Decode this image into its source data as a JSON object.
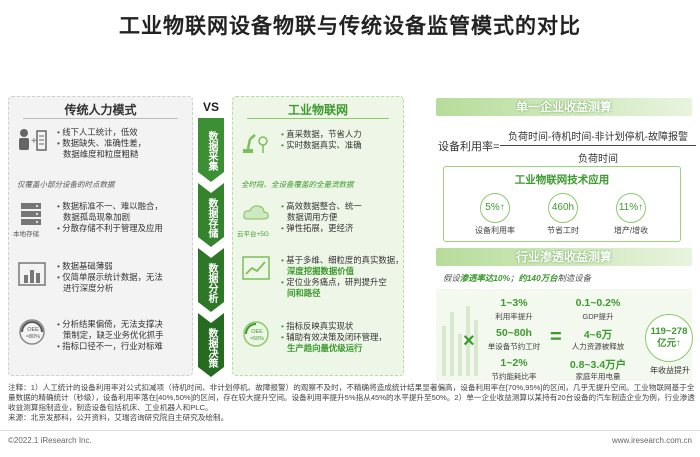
{
  "title": "工业物联网设备物联与传统设备监管模式的对比",
  "vs_label": "VS",
  "left": {
    "heading": "传统人力模式",
    "row1": [
      "线下人工统计，低效",
      "数据缺失、准确性差，",
      "数据维度和粒度粗糙"
    ],
    "row1_bold": [
      "人工",
      "缺失、准确性差"
    ],
    "sep": "仅覆盖小部分设备的时点数据",
    "row2": [
      "数据标准不一、难以融合，",
      "数据孤岛现象加剧",
      "分散存储不利于管理及应用"
    ],
    "row2_icon_label": "本地存储",
    "row3": [
      "数据基础薄弱",
      "仅简单展示统计数据，无法",
      "进行深度分析"
    ],
    "row4": [
      "分析结果偏倚，无法支撑决",
      "策制定，缺乏业务优化抓手",
      "指标口径不一，行业对标难"
    ],
    "gauge_label": "OEE ≈80%"
  },
  "arrows": [
    "数据采集",
    "数据存储",
    "数据分析",
    "数据决策"
  ],
  "mid": {
    "heading": "工业物联网",
    "row1": [
      "直采数据，节省人力",
      "实时数据真实、准确"
    ],
    "sep": "全时段、全设备覆盖的全量流数据",
    "row2": [
      "高效数据整合、统一",
      "数据调用方便",
      "弹性拓展，更经济"
    ],
    "row2_icon_label": "云平台+5G",
    "row3": [
      "基于多维、细粒度的真实数据，",
      "深度挖掘数据价值",
      "定位业务痛点，研判提升空",
      "间和路径"
    ],
    "row4": [
      "指标反映真实现状",
      "辅助有效决策及闭环管理，",
      "生产趋向最优级运行"
    ],
    "gauge_label": "OEE ≈50%"
  },
  "right": {
    "bar1": "单一企业收益测算",
    "formula_left": "设备利用率=",
    "formula_num": "负荷时间-待机时间-非计划停机-故障报警",
    "formula_den": "负荷时间",
    "tech_title": "工业物联网技术应用",
    "tech": [
      {
        "value": "5%↑",
        "label": "设备利用率"
      },
      {
        "value": "460h",
        "label": "节省工时"
      },
      {
        "value": "11%↑",
        "label": "增产/增收"
      }
    ],
    "bar2": "行业渗透收益测算",
    "assume_prefix": "假设",
    "assume_bold1": "渗透率达10%",
    "assume_mid": "；",
    "assume_bold2": "约140万台",
    "assume_suffix": "制造设备",
    "stats": [
      {
        "value": "1~3%",
        "label": "利用率提升"
      },
      {
        "value": "50~80h",
        "label": "单设备节约工时"
      },
      {
        "value": "1~2%",
        "label": "节约能耗比率"
      },
      {
        "value": "0.1~0.2%",
        "label": "GDP提升"
      },
      {
        "value": "4~6万",
        "label": "人力资源被释放"
      },
      {
        "value": "0.8~3.4万户",
        "label": "家庭年用电量"
      }
    ],
    "times": "×",
    "equals": "=",
    "result_value": "119~278亿元↑",
    "result_label": "年收益提升"
  },
  "note": "注释：1）人工统计的设备利用率对公式扣减项（待机时间、非计划停机、故障报警）的观察不及时，不精确将造成统计结果显著偏高，设备利用率在[70%,95%]的区间，几乎无提升空间。工业物联网基于全量数据的精确统计（秒级），设备利用率落在[40%,50%]的区间，存在较大提升空间。设备利用率提升5%指从45%的水平提升至50%。2）单一企业收益测算以某持有20台设备的汽车制造企业为例，行业渗透收益测算指制造业，制造设备包括机床、工业机器人和PLC。",
  "source": "来源：北京发那科，公开资料，艾瑞咨询研究院自主研究及绘制。",
  "footer_left": "©2022.1 iResearch Inc.",
  "footer_right": "www.iresearch.com.cn",
  "colors": {
    "accent": "#3c9a2e",
    "arrow": "#2f7d28"
  }
}
